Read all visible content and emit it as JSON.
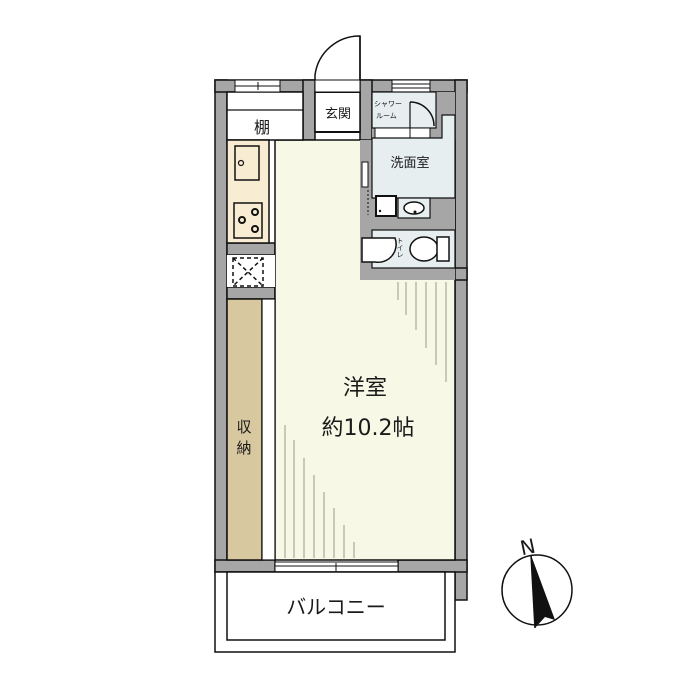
{
  "floor_plan": {
    "rooms": {
      "shelf": {
        "label": "棚"
      },
      "entrance": {
        "label": "玄関"
      },
      "shower": {
        "label_line1": "シャワー",
        "label_line2": "ルーム"
      },
      "washroom": {
        "label": "洗面室"
      },
      "toilet": {
        "label": "トイレ"
      },
      "western_room": {
        "label": "洋室",
        "size": "約10.2帖"
      },
      "storage": {
        "label_line1": "収",
        "label_line2": "納"
      },
      "balcony": {
        "label": "バルコニー"
      }
    },
    "compass": {
      "label": "N"
    },
    "colors": {
      "wall": "#a6a6a6",
      "floor": "#f8f8e6",
      "kitchen": "#f8ecd2",
      "storage": "#d8c8a0",
      "wet_area": "#e6eef0",
      "line": "#111111"
    }
  }
}
